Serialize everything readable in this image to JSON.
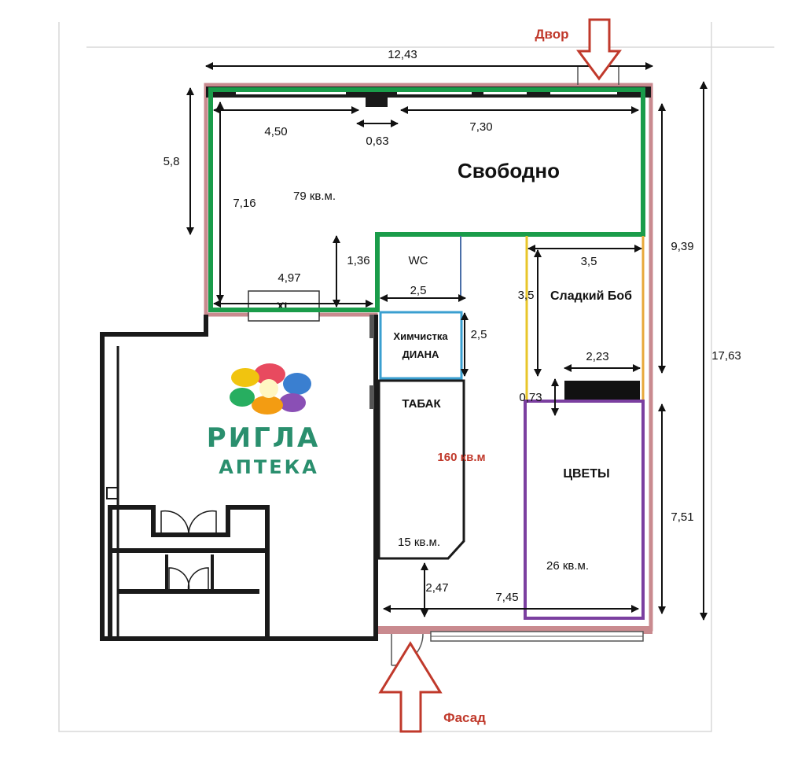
{
  "directions": {
    "top": "Двор",
    "bottom": "Фасад"
  },
  "dimensions": {
    "total_width": "12,43",
    "total_height": "17,63",
    "upper_height": "9,39",
    "lower_height": "7,51",
    "left_height": "5,8",
    "inner_height": "7,16",
    "seg_left": "4,50",
    "seg_mid": "0,63",
    "seg_right": "7,30",
    "seg_bottom_left": "4,97",
    "step_height": "1,36",
    "wc_width": "2,5",
    "himchistka_height": "2,5",
    "sladkiy_width": "3,5",
    "sladkiy_height": "3,5",
    "counter_width": "2,23",
    "gap_height": "0,73",
    "entrance_depth": "2,47",
    "bottom_width": "7,45"
  },
  "rooms": {
    "free": "Свободно",
    "free_area": "79 кв.м.",
    "wc": "WC",
    "himchistka_line1": "Химчистка",
    "himchistka_line2": "ДИАНА",
    "tabak": "ТАБАК",
    "tabak_area": "15 кв.м.",
    "main_area": "160 кв.м",
    "sladkiy": "Сладкий Боб",
    "cvety": "ЦВЕТЫ",
    "cvety_area": "26 кв.м.",
    "xl": "XL"
  },
  "logo": {
    "line1": "РИГЛА",
    "line2": "АПТЕКА"
  },
  "colors": {
    "green": "#1a9c4a",
    "purple": "#7b3fa0",
    "blue": "#3a9fd0",
    "yellow": "#e8c62a",
    "red": "#c0392b",
    "wall": "#1a1a1a",
    "wall_pink": "#c98a8f"
  }
}
